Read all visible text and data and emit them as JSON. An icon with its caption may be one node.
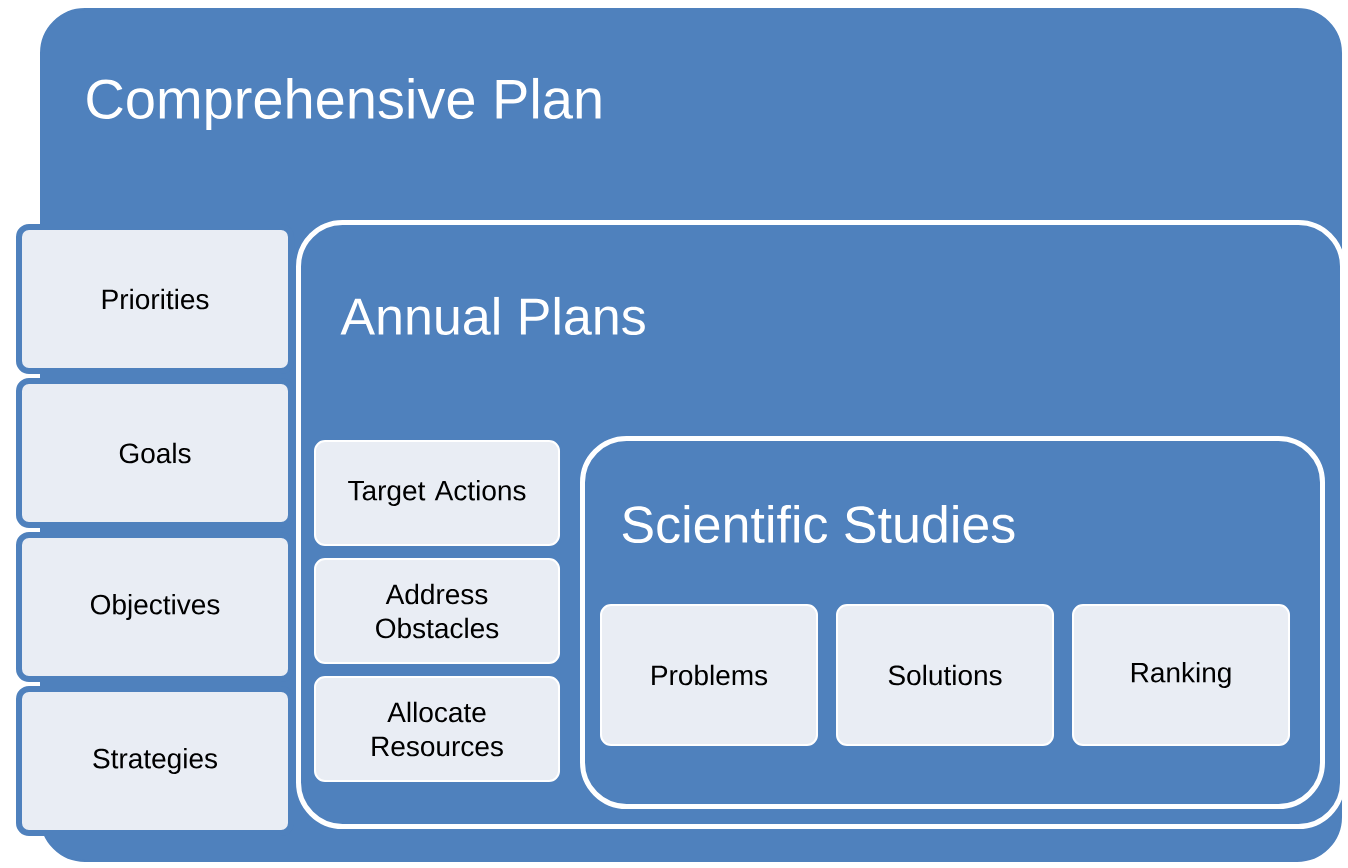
{
  "diagram": {
    "nodes": [
      {
        "text": [
          "Comprehensive Plan"
        ]
      },
      {
        "text": [
          "Priorities"
        ]
      },
      {
        "text": [
          "Goals"
        ]
      },
      {
        "text": [
          "Objectives"
        ]
      },
      {
        "text": [
          "Strategies"
        ]
      },
      {
        "text": [
          "Annual Plans"
        ],
        "in": 0
      },
      {
        "text": [
          "Target Actions"
        ],
        "in": 5
      },
      {
        "text": [
          "Address Obstacles"
        ],
        "in": 5
      },
      {
        "text": [
          "Allocate Resources"
        ],
        "in": 5
      },
      {
        "text": [
          "Scientific Studies"
        ],
        "in": 5
      },
      {
        "text": [
          "Problems"
        ],
        "in": 9
      },
      {
        "text": [
          "Solutions"
        ],
        "in": 9
      },
      {
        "text": [
          "Ranking"
        ],
        "in": 9
      }
    ]
  }
}
